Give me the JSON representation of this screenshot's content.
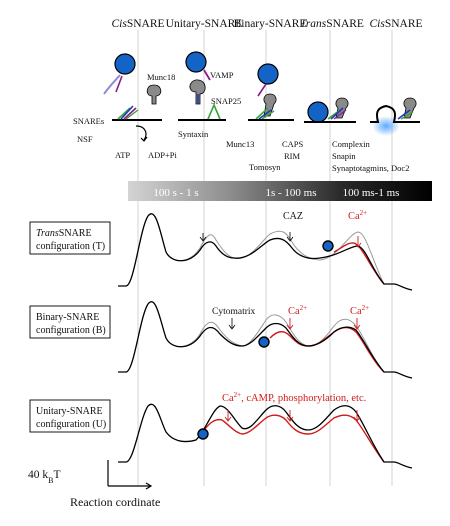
{
  "stage_headers": [
    {
      "italic": "Cis",
      "rest": "SNARE"
    },
    {
      "italic": "",
      "rest": "Unitary-SNARE"
    },
    {
      "italic": "",
      "rest": "Binary-SNARE"
    },
    {
      "italic": "Trans",
      "rest": "SNARE"
    },
    {
      "italic": "Cis",
      "rest": "SNARE"
    }
  ],
  "protein_labels": {
    "munc18": "Munc18",
    "vamp": "VAMP",
    "snap25": "SNAP25",
    "snares": "SNAREs",
    "nsf": "NSF",
    "atp": "ATP",
    "adp_pi": "ADP+Pi",
    "syntaxin": "Syntaxin",
    "munc13": "Munc13",
    "tomosyn": "Tomosyn",
    "caps": "CAPS",
    "rim": "RIM",
    "complexin": "Complexin",
    "snapin": "Snapin",
    "synaptotagmins": "Synaptotagmins, Doc2"
  },
  "timescale": [
    "100 s - 1 s",
    "1s - 100 ms",
    "100 ms-1 ms"
  ],
  "panels": [
    {
      "label_italic": "Trans",
      "label_rest": "SNARE",
      "label_line2": "configuration (T)",
      "annotations": {
        "caz": "CAZ",
        "ca": "Ca"
      }
    },
    {
      "label_italic": "",
      "label_rest": "Binary-SNARE",
      "label_line2": "configuration (B)",
      "annotations": {
        "cytomatrix": "Cytomatrix",
        "ca1": "Ca",
        "ca2": "Ca"
      }
    },
    {
      "label_italic": "",
      "label_rest": "Unitary-SNARE",
      "label_line2": "configuration (U)",
      "annotations": {
        "modulators_prefix": "Ca",
        "modulators_rest": ", cAMP, phosphorylation, etc."
      }
    }
  ],
  "ion_superscript": "2+",
  "scale_bar": {
    "value": "40 k",
    "subscript": "B",
    "unit": "T"
  },
  "x_axis_label": "Reaction cordinate",
  "colors": {
    "vesicle": "#1464c8",
    "vesicle_outline": "#0a0a0a",
    "red": "#d11a1a",
    "grey_curve": "#9a9a9a",
    "munc18": "#8a8a8a",
    "green": "#3aa33a",
    "purple": "#8b1a8b"
  }
}
